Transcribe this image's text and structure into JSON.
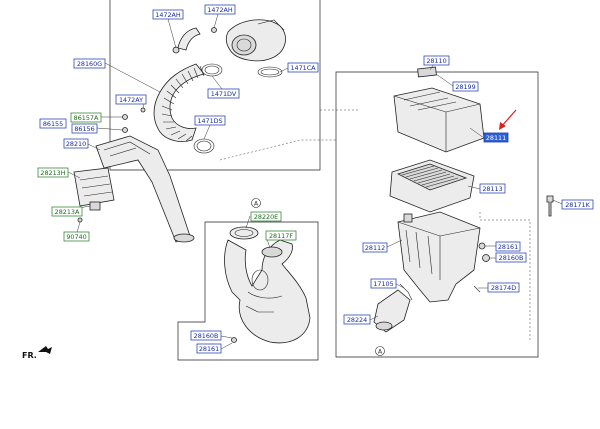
{
  "labels": {
    "l1472ah_a": "1472AH",
    "l1472ah_b": "1472AH",
    "l28160g": "28160G",
    "l1471ca": "1471CA",
    "l1472ay": "1472AY",
    "l1471dv": "1471DV",
    "l86157a": "86157A",
    "l86155": "86155",
    "l86156": "86156",
    "l1471ds": "1471DS",
    "l28210": "28210",
    "l28213h": "28213H",
    "l28213a": "28213A",
    "l90740": "90740",
    "l28110": "28110",
    "l28199": "28199",
    "l28111": "28111",
    "l28113": "28113",
    "l28171k": "28171K",
    "l28220e": "28220E",
    "l28117f": "28117F",
    "l28112": "28112",
    "l28161_a": "28161",
    "l28160b_a": "28160B",
    "l17105": "17105",
    "l28174d": "28174D",
    "l28224": "28224",
    "l28160b_b": "28160B",
    "l28161_b": "28161"
  },
  "refs": {
    "a_top": "A",
    "a_bottom": "A"
  },
  "front_indicator": "FR.",
  "colors": {
    "label_border": "#2f48b8",
    "label_text": "#1a2aa0",
    "highlight": "#2d5fd8",
    "arrow": "#e02020"
  }
}
